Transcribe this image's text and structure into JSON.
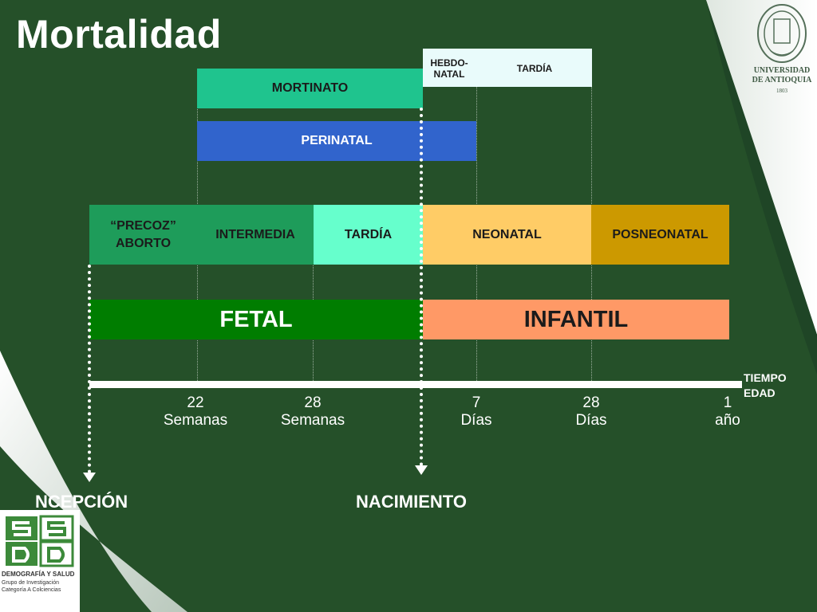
{
  "title": "Mortalidad",
  "colors": {
    "background": "#255029",
    "mortinato": "#1fc48e",
    "perinatal": "#3164cc",
    "hebdo": "#e9fbfb",
    "precoz": "#1e9c5a",
    "intermedia": "#1e9c5a",
    "tardia_fetal": "#66ffcc",
    "neonatal": "#ffcc66",
    "posneonatal": "#cc9900",
    "fetal": "#007d00",
    "infantil": "#ff9966"
  },
  "top": {
    "hebdo_label": "HEBDO-\nNATAL",
    "tardia_label": "TARDÍA",
    "mortinato_label": "MORTINATO",
    "perinatal_label": "PERINATAL"
  },
  "middle": {
    "precoz_label": "“PRECOZ”\nABORTO",
    "intermedia_label": "INTERMEDIA",
    "tardia_label": "TARDÍA",
    "neonatal_label": "NEONATAL",
    "posneonatal_label": "POSNEONATAL"
  },
  "main": {
    "fetal_label": "FETAL",
    "infantil_label": "INFANTIL"
  },
  "axis": {
    "ticks": [
      {
        "value": "22",
        "unit": "Semanas"
      },
      {
        "value": "28",
        "unit": "Semanas"
      },
      {
        "value": "7",
        "unit": "Días"
      },
      {
        "value": "28",
        "unit": "Días"
      },
      {
        "value": "1",
        "unit": "año"
      }
    ],
    "end_label": "TIEMPO\nEDAD"
  },
  "events": {
    "conception": "NCEPCIÓN",
    "birth": "NACIMIENTO"
  },
  "logos": {
    "university": "UNIVERSIDAD\nDE ANTIOQUIA",
    "university_year": "1803",
    "group_name": "DEMOGRAFÍA Y SALUD",
    "group_sub": "Grupo de Investigación",
    "group_cat": "Categoría A Colciencias"
  }
}
